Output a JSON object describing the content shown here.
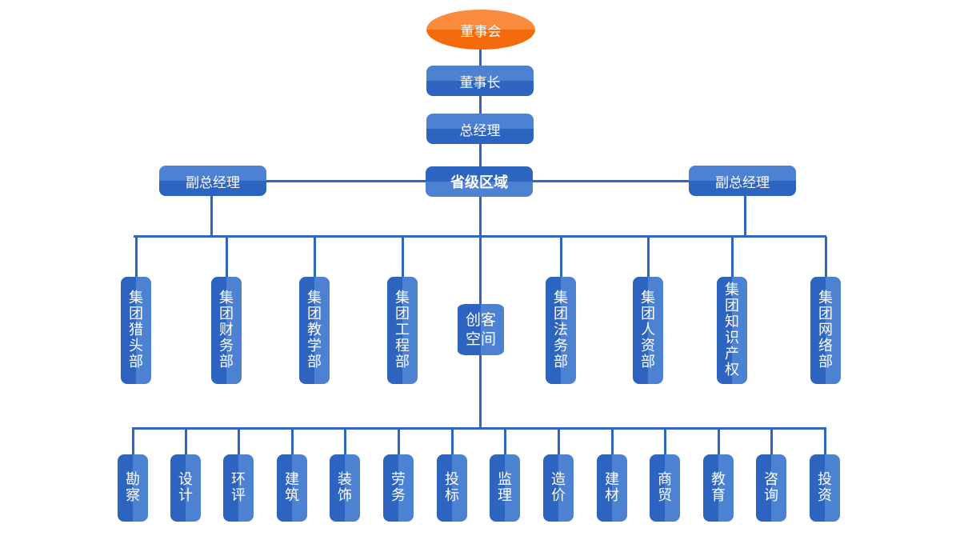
{
  "chart_title": "",
  "board": {
    "label": "董事会",
    "color": "#f56a0a"
  },
  "chairman": {
    "label": "董事长"
  },
  "general_manager": {
    "label": "总经理"
  },
  "province_region": {
    "label": "省级区域"
  },
  "vice_managers": [
    {
      "label": "副总经理"
    },
    {
      "label": "副总经理"
    }
  ],
  "departments": [
    {
      "label": "集团猎头部"
    },
    {
      "label": "集团财务部"
    },
    {
      "label": "集团教学部"
    },
    {
      "label": "集团工程部"
    },
    {
      "label": "集团法务部"
    },
    {
      "label": "集团人资部"
    },
    {
      "label": "集团知识产权"
    },
    {
      "label": "集团网络部"
    }
  ],
  "maker_space": {
    "label": "创客空间"
  },
  "services": [
    {
      "label": "勘察"
    },
    {
      "label": "设计"
    },
    {
      "label": "环评"
    },
    {
      "label": "建筑"
    },
    {
      "label": "装饰"
    },
    {
      "label": "劳务"
    },
    {
      "label": "投标"
    },
    {
      "label": "监理"
    },
    {
      "label": "造价"
    },
    {
      "label": "建材"
    },
    {
      "label": "商贸"
    },
    {
      "label": "教育"
    },
    {
      "label": "咨询"
    },
    {
      "label": "投资"
    }
  ],
  "colors": {
    "node_blue": "#2d64c0",
    "node_blue_light": "#4d81d1",
    "connector": "#2f66c2",
    "board_orange": "#f56a0a"
  }
}
